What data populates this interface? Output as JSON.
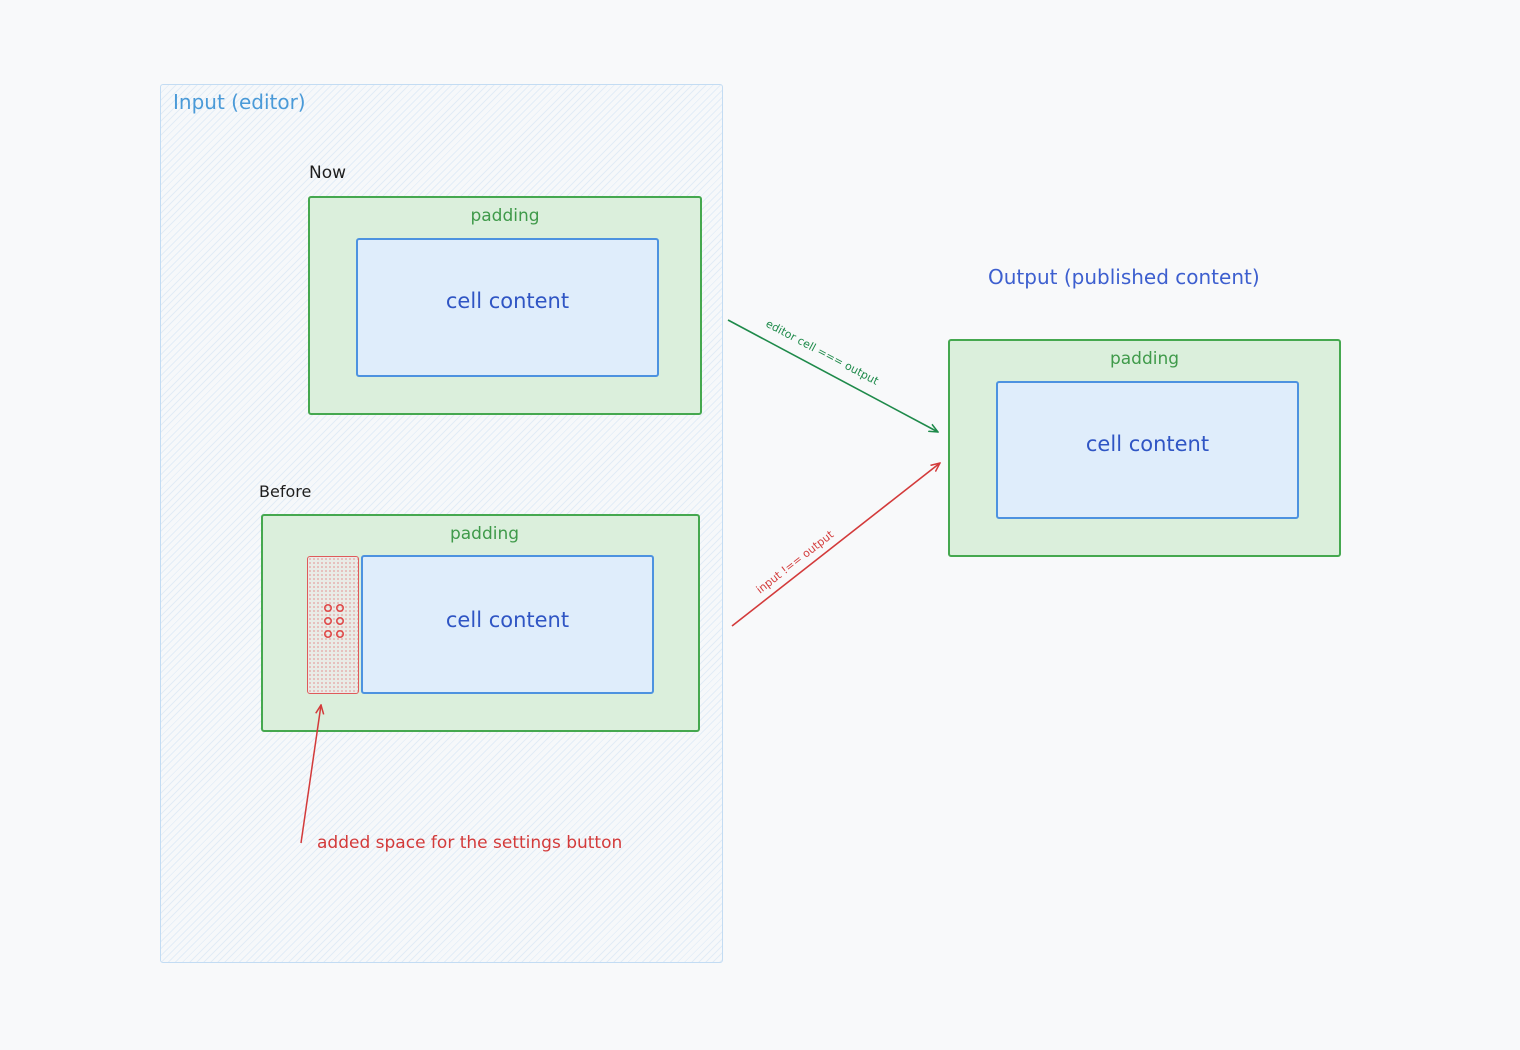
{
  "input_frame": {
    "title": "Input (editor)"
  },
  "now_section": {
    "heading": "Now",
    "padding_label": "padding",
    "cell_label": "cell content"
  },
  "before_section": {
    "heading": "Before",
    "padding_label": "padding",
    "cell_label": "cell content",
    "settings_icon": "grip-dots-icon"
  },
  "annotation": {
    "text": "added space for the settings button"
  },
  "output_section": {
    "heading": "Output (published content)",
    "padding_label": "padding",
    "cell_label": "cell content"
  },
  "arrows": {
    "equal_label": "editor cell === output",
    "not_equal_label": "input !== output"
  },
  "colors": {
    "frame_border": "#c3dcf3",
    "frame_title": "#4a9ad8",
    "padding_border": "#45a84f",
    "padding_fill": "#dbefdc",
    "cell_border": "#4d92e0",
    "cell_fill": "#dfedfb",
    "cell_text": "#2f55c4",
    "equal_arrow": "#1e8a4a",
    "not_equal_arrow": "#d33a3a"
  }
}
